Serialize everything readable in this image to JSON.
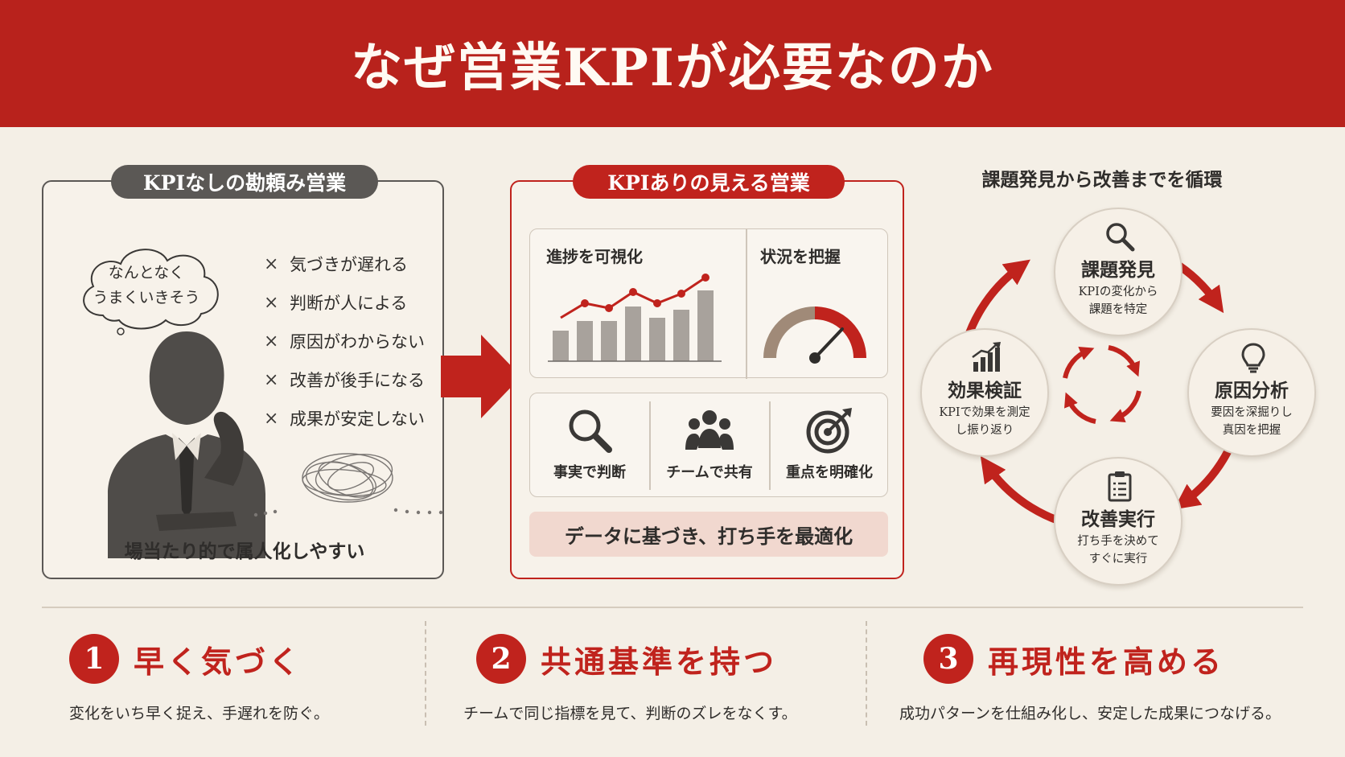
{
  "title": "なぜ営業KPIが必要なのか",
  "left_panel": {
    "label": "KPIなしの勘頼み営業",
    "thought": [
      "なんとなく",
      "うまくいきそう"
    ],
    "problems": [
      "気づきが遅れる",
      "判断が人による",
      "原因がわからない",
      "改善が後手になる",
      "成果が安定しない"
    ],
    "x_mark": "×",
    "caption": "場当たり的で属人化しやすい"
  },
  "mid_panel": {
    "label": "KPIありの見える営業",
    "progress_label": "進捗を可視化",
    "status_label": "状況を把握",
    "features": [
      "事実で判断",
      "チームで共有",
      "重点を明確化"
    ],
    "summary": "データに基づき、打ち手を最適化"
  },
  "cycle": {
    "title": "課題発見から改善までを循環",
    "nodes": [
      {
        "title": "課題発見",
        "desc": [
          "KPIの変化から",
          "課題を特定"
        ],
        "icon": "magnifier-icon"
      },
      {
        "title": "原因分析",
        "desc": [
          "要因を深掘りし",
          "真因を把握"
        ],
        "icon": "lightbulb-icon"
      },
      {
        "title": "改善実行",
        "desc": [
          "打ち手を決めて",
          "すぐに実行"
        ],
        "icon": "clipboard-icon"
      },
      {
        "title": "効果検証",
        "desc": [
          "KPIで効果を測定",
          "し振り返り"
        ],
        "icon": "growth-chart-icon"
      }
    ]
  },
  "points": [
    {
      "num": "1",
      "title": "早く気づく",
      "desc": "変化をいち早く捉え、手遅れを防ぐ。"
    },
    {
      "num": "2",
      "title": "共通基準を持つ",
      "desc": "チームで同じ指標を見て、判断のズレをなくす。"
    },
    {
      "num": "3",
      "title": "再現性を高める",
      "desc": "成功パターンを仕組み化し、安定した成果につなげる。"
    }
  ],
  "colors": {
    "accent": "#c0231d",
    "dark": "#5b5855",
    "background": "#f4efe6"
  }
}
